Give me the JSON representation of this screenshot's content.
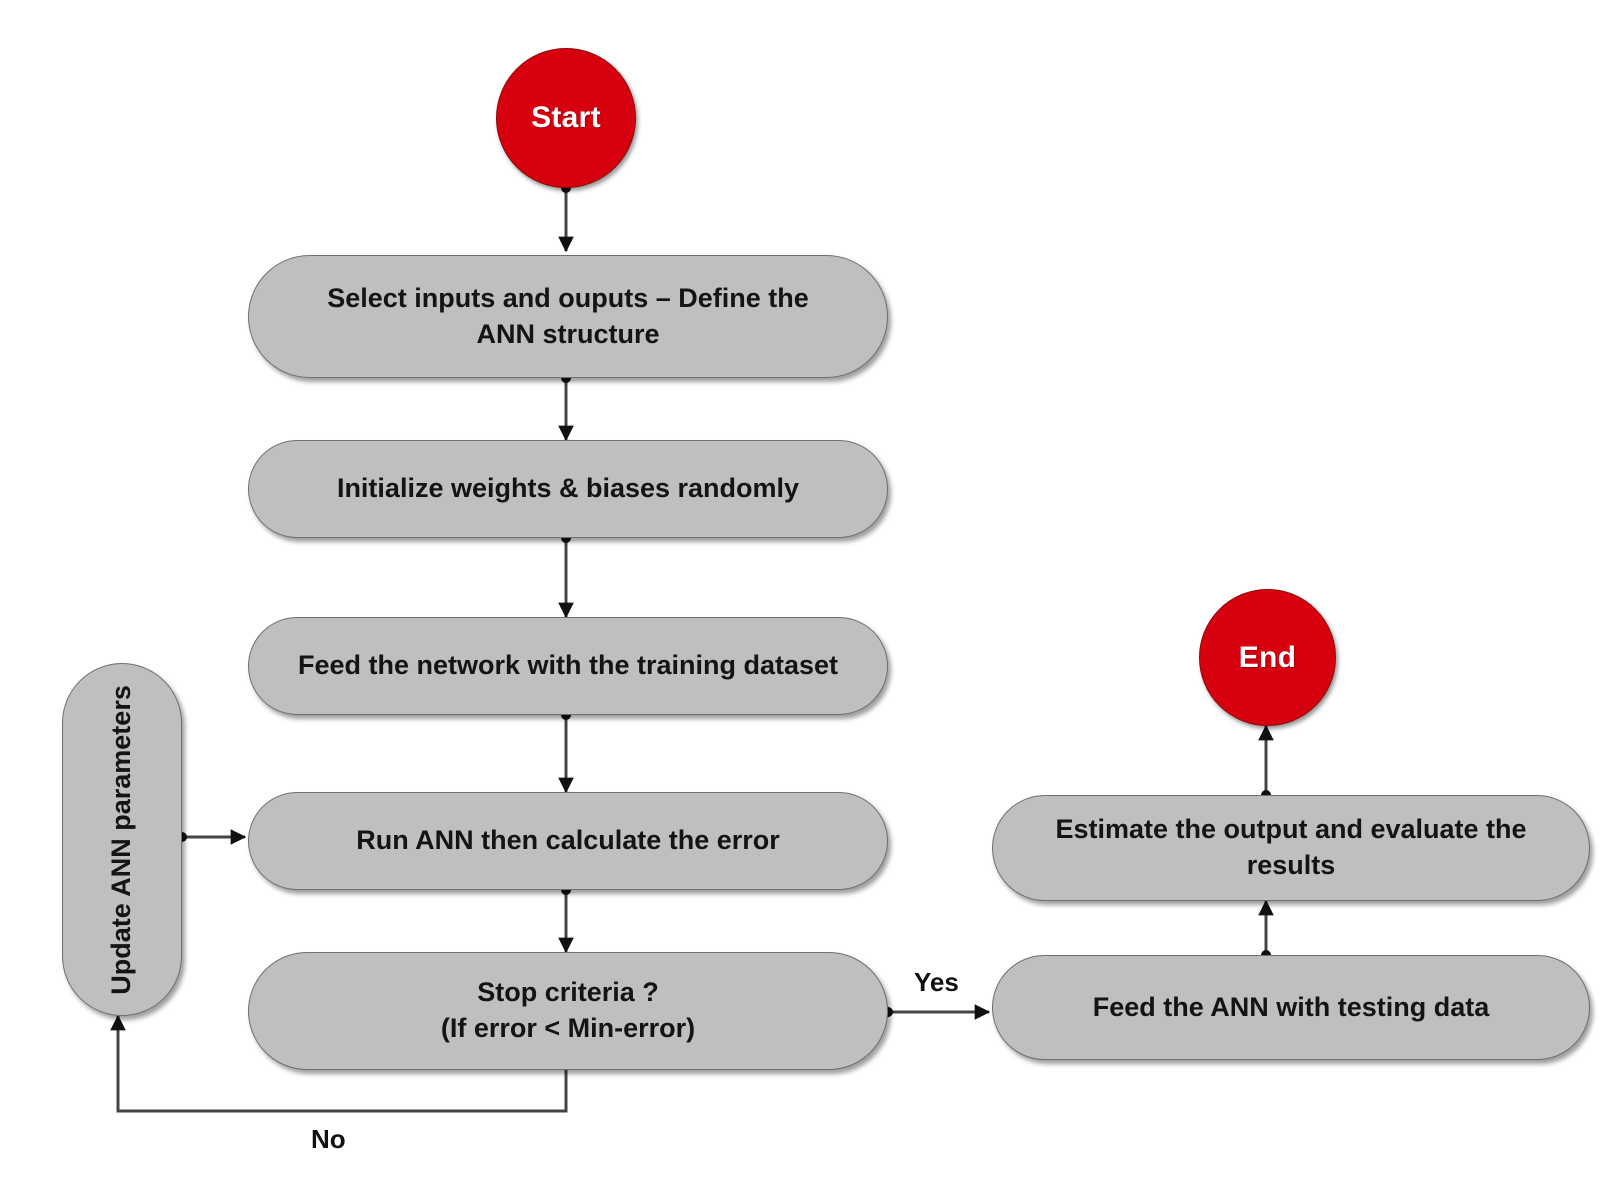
{
  "diagram": {
    "title": "ANN training flowchart",
    "colors": {
      "terminator_fill": "#D7000F",
      "terminator_text": "#FFFFFF",
      "process_fill": "#BFBFBF",
      "process_border": "#6F6F6F",
      "process_text": "#141414",
      "edge_stroke": "#444444",
      "background": "#FFFFFF"
    },
    "nodes": {
      "start": {
        "label": "Start",
        "shape": "circle"
      },
      "end": {
        "label": "End",
        "shape": "circle"
      },
      "define_structure": {
        "label": "Select inputs and ouputs – Define the ANN structure",
        "shape": "rounded-rectangle"
      },
      "init_weights": {
        "label": "Initialize weights & biases randomly",
        "shape": "rounded-rectangle"
      },
      "feed_training": {
        "label": "Feed the network with the training dataset",
        "shape": "rounded-rectangle"
      },
      "run_ann": {
        "label": "Run ANN then calculate the error",
        "shape": "rounded-rectangle"
      },
      "stop_criteria": {
        "label": "Stop criteria ?\n(If error < Min-error)",
        "shape": "rounded-rectangle"
      },
      "update_params": {
        "label": "Update ANN parameters",
        "shape": "rounded-rectangle-vertical"
      },
      "feed_testing": {
        "label": "Feed the ANN with testing data",
        "shape": "rounded-rectangle"
      },
      "estimate_output": {
        "label": "Estimate the output and evaluate the results",
        "shape": "rounded-rectangle"
      }
    },
    "edge_labels": {
      "yes": "Yes",
      "no": "No"
    },
    "edges": [
      {
        "from": "start",
        "to": "define_structure",
        "label": ""
      },
      {
        "from": "define_structure",
        "to": "init_weights",
        "label": ""
      },
      {
        "from": "init_weights",
        "to": "feed_training",
        "label": ""
      },
      {
        "from": "feed_training",
        "to": "run_ann",
        "label": ""
      },
      {
        "from": "run_ann",
        "to": "stop_criteria",
        "label": ""
      },
      {
        "from": "stop_criteria",
        "to": "feed_testing",
        "label": "Yes"
      },
      {
        "from": "stop_criteria",
        "to": "update_params",
        "label": "No"
      },
      {
        "from": "update_params",
        "to": "run_ann",
        "label": ""
      },
      {
        "from": "feed_testing",
        "to": "estimate_output",
        "label": ""
      },
      {
        "from": "estimate_output",
        "to": "end",
        "label": ""
      }
    ]
  }
}
